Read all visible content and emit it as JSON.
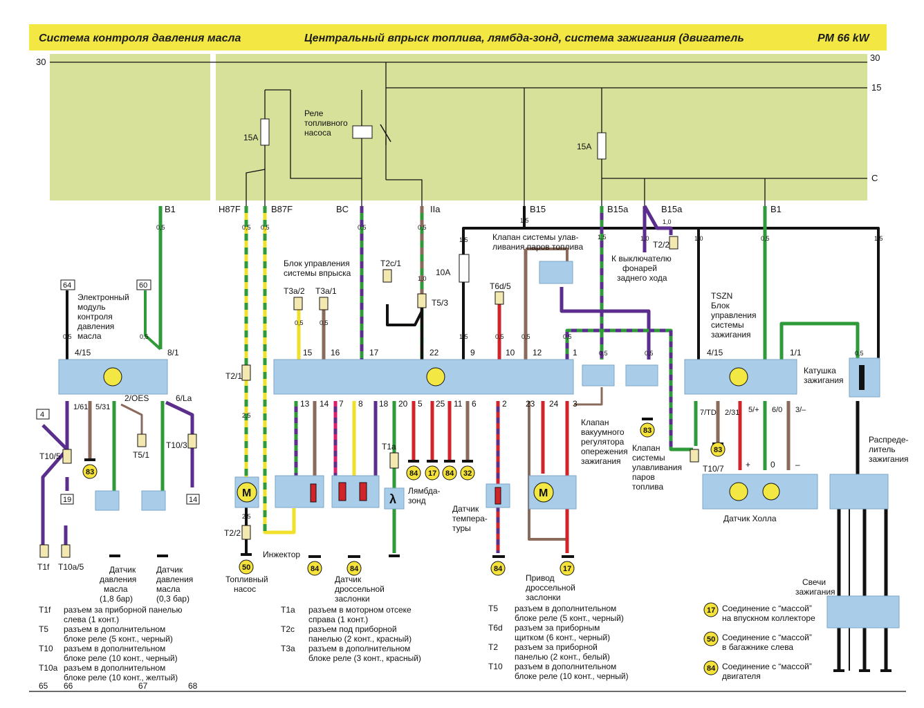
{
  "header": {
    "left_title": "Система контроля давления масла",
    "right_title": "Центральный впрыск топлива, лямбда-зонд, система зажигания (двигатель",
    "engine_code": "PM 66 kW"
  },
  "bus": {
    "l30_left": "30",
    "l30_right": "30",
    "l15": "15",
    "lC": "C"
  },
  "relay_panel": {
    "fuse_left": "15A",
    "fuse_right": "15A",
    "relay_label": [
      "Реле",
      "топливного",
      "насоса"
    ]
  },
  "terminals": [
    "B1",
    "H87F",
    "B87F",
    "BC",
    "IIa",
    "B15",
    "B15a",
    "B15a",
    "B1"
  ],
  "boxes": {
    "n64": "64",
    "n60": "60",
    "n4": "4",
    "n19": "19",
    "n14": "14"
  },
  "components": {
    "oil_module": [
      "Электронный",
      "модуль",
      "контроля",
      "давления",
      "масла"
    ],
    "inj_unit": [
      "Блок управления",
      "системы впрыска"
    ],
    "evap_valve_top": [
      "Клапан системы улав-",
      "ливания паров топлива"
    ],
    "reverse_switch": [
      "К выключателю",
      "фонарей",
      "заднего хода"
    ],
    "tszn": [
      "TSZN",
      "Блок",
      "управления",
      "системы",
      "зажигания"
    ],
    "coil": [
      "Катушка",
      "зажигания"
    ],
    "vacuum_valve": [
      "Клапан",
      "вакуумного",
      "регулятора",
      "опережения",
      "зажигания"
    ],
    "evap_valve_low": [
      "Клапан",
      "системы",
      "улавливания",
      "паров",
      "топлива"
    ],
    "distributor": [
      "Распреде-",
      "литель",
      "зажигания"
    ],
    "hall": "Датчик Холла",
    "lambda": [
      "Лямбда-",
      "зонд"
    ],
    "temp": [
      "Датчик",
      "темпера-",
      "туры"
    ],
    "injector": "Инжектор",
    "fuel_pump": [
      "Топливный",
      "насос"
    ],
    "throttle_sensor": [
      "Датчик",
      "дроссельной",
      "заслонки"
    ],
    "throttle_drive": [
      "Привод",
      "дроссельной",
      "заслонки"
    ],
    "oil_sensor_18": [
      "Датчик",
      "давления",
      "масла",
      "(1,8 бар)"
    ],
    "oil_sensor_03": [
      "Датчик",
      "давления",
      "масла",
      "(0,3 бар)"
    ],
    "plugs": [
      "Свечи",
      "зажигания"
    ],
    "fuse10": "10A"
  },
  "connectors": [
    "T1f",
    "T10a/5",
    "T10/5",
    "T5/1",
    "T10/3",
    "T2/1",
    "T2/2",
    "T3a/2",
    "T3a/1",
    "T2c/1",
    "T5/3",
    "T1a",
    "T6d/5",
    "T2/2",
    "T10/7"
  ],
  "oil_module_pins": [
    "4/15",
    "8/1",
    "1/61",
    "5/31",
    "2/OES",
    "6/La"
  ],
  "inj_pins_top": [
    "15",
    "16",
    "17",
    "22",
    "9",
    "10",
    "12",
    "1"
  ],
  "inj_pins_bottom": [
    "13",
    "14",
    "7",
    "8",
    "18",
    "20",
    "5",
    "25",
    "11",
    "6",
    "2",
    "23",
    "24",
    "3"
  ],
  "tszn_pins_top": [
    "4/15",
    "1/1"
  ],
  "tszn_pins_bottom": [
    "7/TD",
    "2/31",
    "5/+",
    "6/0",
    "3/–"
  ],
  "hall_marks": [
    "+",
    "0",
    "–"
  ],
  "wire_sizes": [
    "0,5",
    "1,5",
    "1,0",
    "2,5"
  ],
  "grounds": [
    "83",
    "50",
    "84",
    "84",
    "84",
    "17",
    "84",
    "32",
    "84",
    "17",
    "83",
    "83",
    "17",
    "50",
    "84"
  ],
  "legend_left": [
    [
      "T1f",
      "разъем за приборной панелью",
      "слева (1 конт.)"
    ],
    [
      "T5",
      "разъем в дополнительном",
      "блоке реле (5 конт., черный)"
    ],
    [
      "T10",
      "разъем в дополнительном",
      "блоке реле (10 конт., черный)"
    ],
    [
      "T10a",
      "разъем в дополнительном",
      "блоке реле (10 конт., желтый)"
    ]
  ],
  "legend_mid": [
    [
      "T1a",
      "разъем в моторном отсеке",
      "справа (1 конт.)"
    ],
    [
      "T2c",
      "разъем под приборной",
      "панелью (2 конт., красный)"
    ],
    [
      "T3a",
      "разъем в дополнительном",
      "блоке реле (3 конт., красный)"
    ]
  ],
  "legend_right": [
    [
      "T5",
      "разъем в дополнительном",
      "блоке реле (5 конт., черный)"
    ],
    [
      "T6d",
      "разъем за приборным",
      "щитком (6 конт., черный)"
    ],
    [
      "T2",
      "разъем за приборной",
      "панелью (2 конт., белый)"
    ],
    [
      "T10",
      "разъем в дополнительном",
      "блоке реле (10 конт., черный)"
    ]
  ],
  "ground_legend": [
    [
      "17",
      "Соединение с “массой”",
      "на впускном коллекторе"
    ],
    [
      "50",
      "Соединение с “массой”",
      "в багажнике слева"
    ],
    [
      "84",
      "Соединение с “массой”",
      "двигателя"
    ]
  ],
  "page_numbers": [
    "65",
    "66",
    "67",
    "68"
  ],
  "colors": {
    "header_yellow": "#f3e843",
    "panel_green": "#d8e19a",
    "module_blue": "#a9cde9",
    "ground_yellow": "#f5e23a",
    "wire_green": "#2e9a3a",
    "wire_yellow": "#f0e02a",
    "wire_purple": "#5b2d8c",
    "wire_red": "#d2232a",
    "wire_brown": "#8a6a5a"
  }
}
